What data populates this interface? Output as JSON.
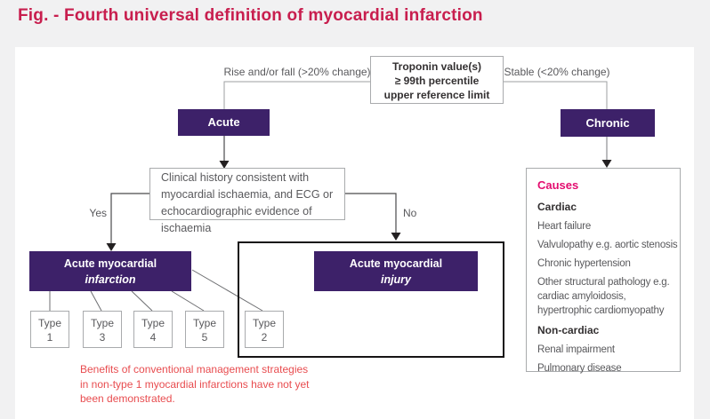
{
  "title": "Fig. - Fourth universal definition of myocardial infarction",
  "colors": {
    "title_red": "#c81e4e",
    "box_purple": "#3d2169",
    "causes_pink": "#e30d6f",
    "note_red": "#e84c4f",
    "text_gray": "#59595c",
    "line_gray": "#9d9fa2",
    "thick_border_black": "#161314"
  },
  "flowchart": {
    "troponin": {
      "lines": [
        "Troponin value(s)",
        "≥ 99th percentile",
        "upper reference limit"
      ]
    },
    "branch_left_label": "Rise and/or fall (>20% change)",
    "branch_right_label": "Stable (<20% change)",
    "acute_label": "Acute",
    "chronic_label": "Chronic",
    "clinical": {
      "lines": [
        "Clinical history consistent with",
        "myocardial ischaemia, and ECG or",
        "echocardiographic evidence of ischaemia"
      ]
    },
    "yes_label": "Yes",
    "no_label": "No",
    "infarction_box": {
      "line1": "Acute myocardial",
      "line2": "infarction"
    },
    "injury_box": {
      "line1": "Acute myocardial",
      "line2": "injury"
    },
    "types": [
      {
        "label": "Type",
        "num": "1"
      },
      {
        "label": "Type",
        "num": "3"
      },
      {
        "label": "Type",
        "num": "4"
      },
      {
        "label": "Type",
        "num": "5"
      },
      {
        "label": "Type",
        "num": "2"
      }
    ],
    "note_lines": [
      "Benefits of conventional management strategies",
      "in non-type 1 myocardial infarctions have not yet",
      "been demonstrated."
    ]
  },
  "causes": {
    "heading": "Causes",
    "sections": [
      {
        "title": "Cardiac",
        "items": [
          "Heart failure",
          "Valvulopathy e.g. aortic stenosis",
          "Chronic hypertension",
          "Other structural pathology e.g. cardiac amyloidosis, hypertrophic cardiomyopathy"
        ]
      },
      {
        "title": "Non-cardiac",
        "items": [
          "Renal impairment",
          "Pulmonary disease"
        ]
      }
    ]
  }
}
